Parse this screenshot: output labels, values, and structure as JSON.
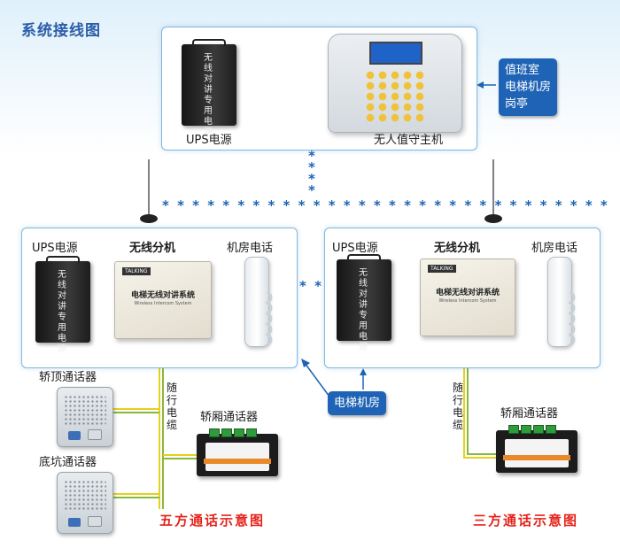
{
  "title": "系统接线图",
  "top_panel": {
    "ups_label": "UPS电源",
    "ups_side_text": "无线对讲专用电源",
    "host_label": "无人值守主机"
  },
  "location_callout": [
    "值班室",
    "电梯机房",
    "岗亭"
  ],
  "left_panel": {
    "ups_label": "UPS电源",
    "unit_label": "无线分机",
    "phone_label": "机房电话",
    "unit_text": "电梯无线对讲系统",
    "unit_sub": "Wireless Intercom System"
  },
  "right_panel": {
    "ups_label": "UPS电源",
    "unit_label": "无线分机",
    "phone_label": "机房电话",
    "unit_text": "电梯无线对讲系统",
    "unit_sub": "Wireless Intercom System"
  },
  "machine_room_callout": "电梯机房",
  "left_bottom": {
    "car_top_label": "轿顶通话器",
    "pit_label": "底坑通话器",
    "cable_label": "随行电缆",
    "car_label": "轿厢通话器",
    "caption": "五方通话示意图"
  },
  "right_bottom": {
    "cable_label": "随行电缆",
    "car_label": "轿厢通话器",
    "caption": "三方通话示意图"
  },
  "colors": {
    "title": "#2b5da8",
    "accent_blue": "#1e63b5",
    "caption_red": "#e5231b",
    "wire_yellow": "#e4d21b",
    "panel_border": "#7fb8dc"
  }
}
